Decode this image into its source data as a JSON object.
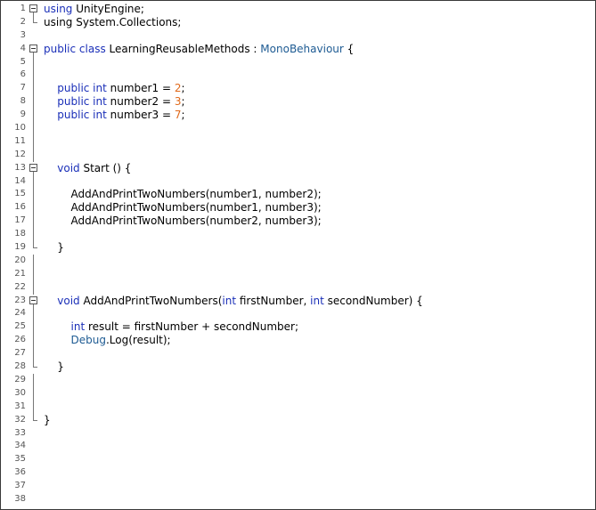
{
  "editor": {
    "lines": [
      {
        "n": "1",
        "fold": "box",
        "tokens": [
          {
            "t": "using",
            "c": "kw"
          },
          {
            "t": " UnityEngine;"
          }
        ]
      },
      {
        "n": "2",
        "fold": "end",
        "tokens": [
          {
            "t": "using System.Collections;"
          }
        ]
      },
      {
        "n": "3",
        "fold": "",
        "tokens": []
      },
      {
        "n": "4",
        "fold": "box",
        "tokens": [
          {
            "t": "public class",
            "c": "kw"
          },
          {
            "t": " LearningReusableMethods : "
          },
          {
            "t": "MonoBehaviour",
            "c": "tp"
          },
          {
            "t": " {"
          }
        ]
      },
      {
        "n": "5",
        "fold": "line",
        "tokens": []
      },
      {
        "n": "6",
        "fold": "line",
        "tokens": []
      },
      {
        "n": "7",
        "fold": "line",
        "tokens": [
          {
            "t": "    "
          },
          {
            "t": "public int",
            "c": "kw"
          },
          {
            "t": " number1 = "
          },
          {
            "t": "2",
            "c": "num"
          },
          {
            "t": ";"
          }
        ]
      },
      {
        "n": "8",
        "fold": "line",
        "tokens": [
          {
            "t": "    "
          },
          {
            "t": "public int",
            "c": "kw"
          },
          {
            "t": " number2 = "
          },
          {
            "t": "3",
            "c": "num"
          },
          {
            "t": ";"
          }
        ]
      },
      {
        "n": "9",
        "fold": "line",
        "tokens": [
          {
            "t": "    "
          },
          {
            "t": "public int",
            "c": "kw"
          },
          {
            "t": " number3 = "
          },
          {
            "t": "7",
            "c": "num"
          },
          {
            "t": ";"
          }
        ]
      },
      {
        "n": "10",
        "fold": "line",
        "tokens": []
      },
      {
        "n": "11",
        "fold": "line",
        "tokens": []
      },
      {
        "n": "12",
        "fold": "line",
        "tokens": []
      },
      {
        "n": "13",
        "fold": "box",
        "tokens": [
          {
            "t": "    "
          },
          {
            "t": "void",
            "c": "kw"
          },
          {
            "t": " Start () {"
          }
        ]
      },
      {
        "n": "14",
        "fold": "line",
        "tokens": []
      },
      {
        "n": "15",
        "fold": "line",
        "tokens": [
          {
            "t": "        AddAndPrintTwoNumbers(number1, number2);"
          }
        ]
      },
      {
        "n": "16",
        "fold": "line",
        "tokens": [
          {
            "t": "        AddAndPrintTwoNumbers(number1, number3);"
          }
        ]
      },
      {
        "n": "17",
        "fold": "line",
        "tokens": [
          {
            "t": "        AddAndPrintTwoNumbers(number2, number3);"
          }
        ]
      },
      {
        "n": "18",
        "fold": "line",
        "tokens": []
      },
      {
        "n": "19",
        "fold": "end",
        "tokens": [
          {
            "t": "    }"
          }
        ]
      },
      {
        "n": "20",
        "fold": "line",
        "tokens": []
      },
      {
        "n": "21",
        "fold": "line",
        "tokens": []
      },
      {
        "n": "22",
        "fold": "line",
        "tokens": []
      },
      {
        "n": "23",
        "fold": "box",
        "tokens": [
          {
            "t": "    "
          },
          {
            "t": "void",
            "c": "kw"
          },
          {
            "t": " AddAndPrintTwoNumbers("
          },
          {
            "t": "int",
            "c": "kw"
          },
          {
            "t": " firstNumber, "
          },
          {
            "t": "int",
            "c": "kw"
          },
          {
            "t": " secondNumber) {"
          }
        ]
      },
      {
        "n": "24",
        "fold": "line",
        "tokens": []
      },
      {
        "n": "25",
        "fold": "line",
        "tokens": [
          {
            "t": "        "
          },
          {
            "t": "int",
            "c": "kw"
          },
          {
            "t": " result = firstNumber + secondNumber;"
          }
        ]
      },
      {
        "n": "26",
        "fold": "line",
        "tokens": [
          {
            "t": "        "
          },
          {
            "t": "Debug",
            "c": "tp"
          },
          {
            "t": ".Log(result);"
          }
        ]
      },
      {
        "n": "27",
        "fold": "line",
        "tokens": []
      },
      {
        "n": "28",
        "fold": "end",
        "tokens": [
          {
            "t": "    }"
          }
        ]
      },
      {
        "n": "29",
        "fold": "line",
        "tokens": []
      },
      {
        "n": "30",
        "fold": "line",
        "tokens": []
      },
      {
        "n": "31",
        "fold": "line",
        "tokens": []
      },
      {
        "n": "32",
        "fold": "end",
        "tokens": [
          {
            "t": "}"
          }
        ]
      },
      {
        "n": "33",
        "fold": "",
        "tokens": []
      },
      {
        "n": "34",
        "fold": "",
        "tokens": []
      },
      {
        "n": "35",
        "fold": "",
        "tokens": []
      },
      {
        "n": "36",
        "fold": "",
        "tokens": []
      },
      {
        "n": "37",
        "fold": "",
        "tokens": []
      },
      {
        "n": "38",
        "fold": "",
        "tokens": []
      }
    ]
  },
  "colors": {
    "keyword": "#1a2fb8",
    "number": "#e0691b",
    "type": "#1e5b93",
    "text": "#000000",
    "line_number": "#555555"
  }
}
